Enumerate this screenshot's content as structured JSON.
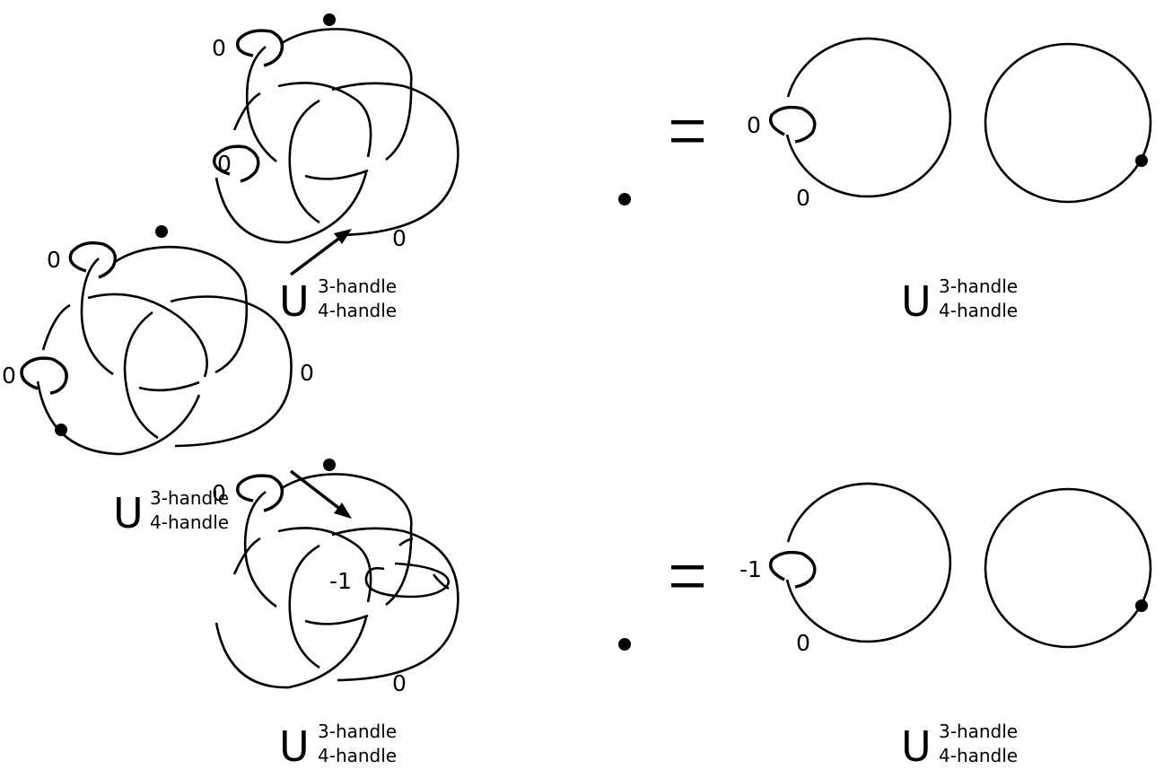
{
  "framing": {
    "left": {
      "top": "0",
      "left": "0",
      "right": "0"
    },
    "top_middle": {
      "top": "0",
      "left": "0",
      "bottom": "0"
    },
    "top_right": {
      "meridian": "0",
      "bottom": "0"
    },
    "bottom_middle": {
      "top": "0",
      "left": "-1",
      "bottom": "0"
    },
    "bottom_right": {
      "meridian": "-1",
      "bottom": "0"
    }
  },
  "union": {
    "symbol": "U",
    "line1": "3-handle",
    "line2": "4-handle"
  },
  "equals": "="
}
